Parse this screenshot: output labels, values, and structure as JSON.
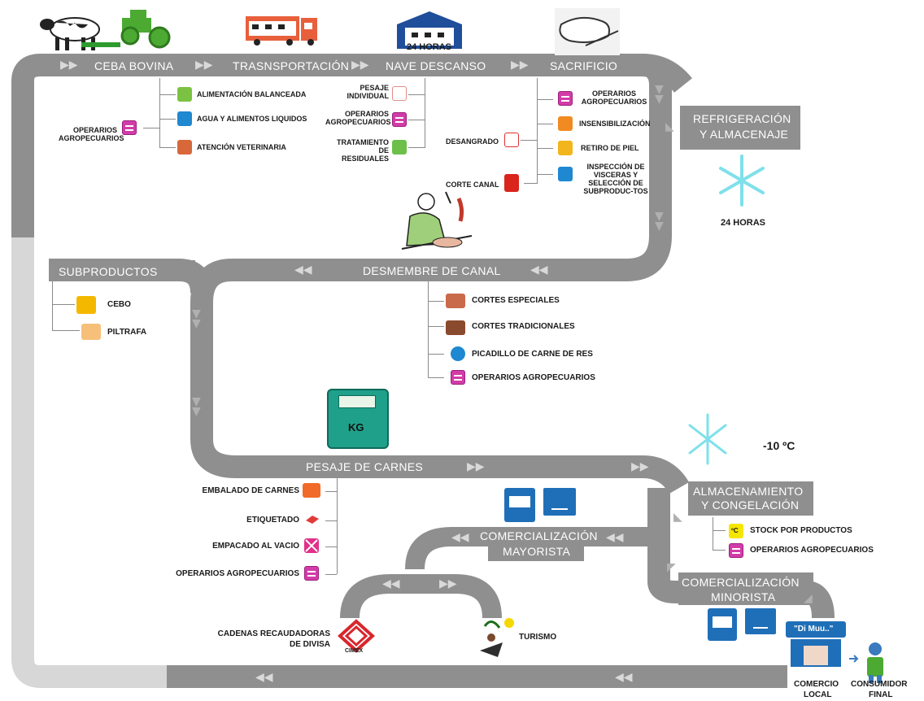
{
  "stages": {
    "ceba": "CEBA BOVINA",
    "transporte": "TRASNSPORTACIÓN",
    "nave": "NAVE DESCANSO",
    "sacrificio": "SACRIFICIO",
    "refrigeracion_1": "REFRIGERACIÓN",
    "refrigeracion_2": "Y ALMACENAJE",
    "subproductos": "SUBPRODUCTOS",
    "desmembre": "DESMEMBRE DE CANAL",
    "pesaje": "PESAJE DE CARNES",
    "almacenamiento_1": "ALMACENAMIENTO",
    "almacenamiento_2": "Y CONGELACIÓN",
    "mayorista_1": "COMERCIALIZACIÓN",
    "mayorista_2": "MAYORISTA",
    "minorista_1": "COMERCIALIZACIÓN",
    "minorista_2": "MINORISTA"
  },
  "nave_hours": "24 HORAS",
  "refrig_hours": "24 HORAS",
  "freeze_temp": "-10 ºC",
  "ceba_items": [
    "ALIMENTACIÓN BALANCEADA",
    "AGUA Y ALIMENTOS LIQUIDOS",
    "ATENCIÓN VETERINARIA"
  ],
  "ceba_operators": "OPERARIOS AGROPECUARIOS",
  "nave_items": {
    "pesaje": "PESAJE INDIVIDUAL",
    "operarios": "OPERARIOS AGROPECUARIOS",
    "tratamiento": "TRATAMIENTO DE RESIDUALES"
  },
  "sacrificio_items": [
    "OPERARIOS AGROPECUARIOS",
    "INSENSIBILIZACIÓN",
    "RETIRO DE PIEL",
    "INSPECCIÓN DE VISCERAS Y SELECCIÓN DE SUBPRODUC-TOS"
  ],
  "desangrado": "DESANGRADO",
  "corte_canal": "CORTE CANAL",
  "subproductos_items": [
    "CEBO",
    "PILTRAFA"
  ],
  "desmembre_items": [
    "CORTES ESPECIALES",
    "CORTES TRADICIONALES",
    "PICADILLO DE CARNE DE RES",
    "OPERARIOS AGROPECUARIOS"
  ],
  "scale_label": "KG",
  "pesaje_items": [
    "EMBALADO DE CARNES",
    "ETIQUETADO",
    "EMPACADO AL VACIO",
    "OPERARIOS AGROPECUARIOS"
  ],
  "almacen_items": [
    "STOCK POR PRODUCTOS",
    "OPERARIOS AGROPECUARIOS"
  ],
  "stock_icon_text": "ºC",
  "cadenas_1": "CADENAS RECAUDADORAS",
  "cadenas_2": "DE DIVISA",
  "cimex": "CIMEX",
  "turismo": "TURISMO",
  "store_sign": "\"Di Muu..\"",
  "comercio_1": "COMERCIO",
  "comercio_2": "LOCAL",
  "consumidor_1": "CONSUMIDOR",
  "consumidor_2": "FINAL",
  "colors": {
    "track": "#8f8f8f",
    "track_light": "#d7d7d7",
    "pink": "#d23ca8",
    "snow": "#7fe0ea",
    "truck": "#1f6fb8"
  }
}
